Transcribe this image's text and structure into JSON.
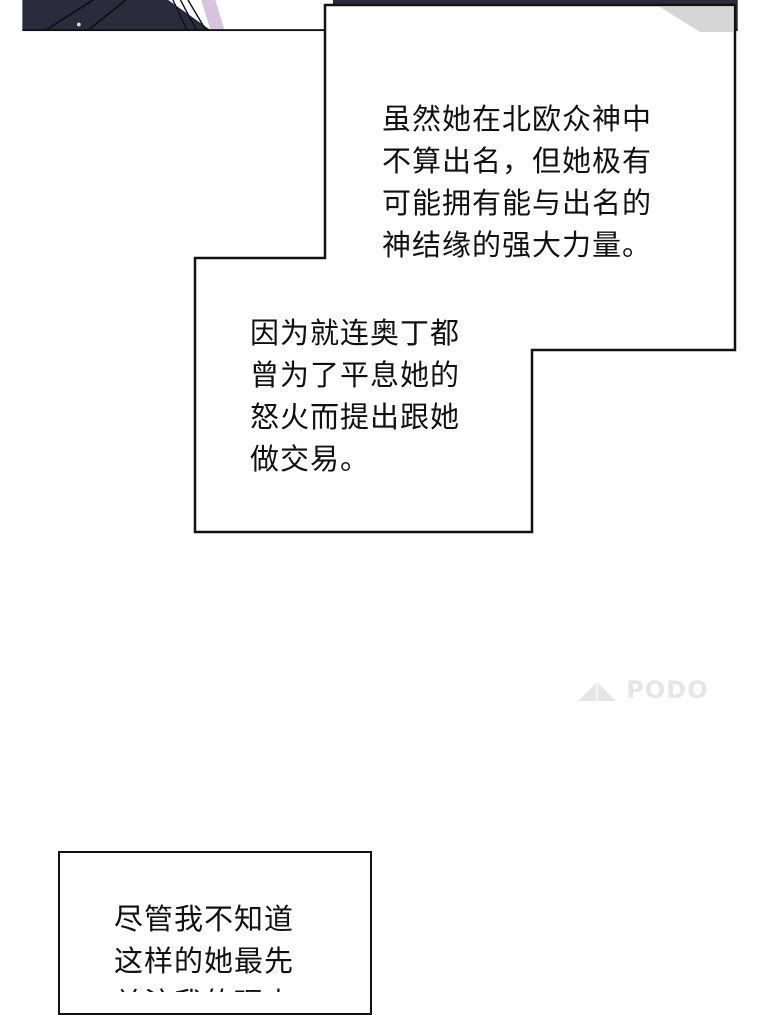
{
  "panel_top": {
    "colors": {
      "dark": "#2c2b3d",
      "line": "#111111"
    }
  },
  "bubble1": {
    "lines": [
      "虽然她在北欧众神中",
      "不算出名，但她极有",
      "可能拥有能与出名的",
      "神结缘的强大力量。"
    ]
  },
  "bubble2": {
    "lines": [
      "因为就连奥丁都",
      "曾为了平息她的",
      "怒火而提出跟她",
      "做交易。"
    ]
  },
  "bubble3": {
    "lines": [
      "尽管我不知道",
      "这样的她最先",
      "关注我的理由"
    ]
  },
  "watermark": {
    "text": "PODO"
  }
}
